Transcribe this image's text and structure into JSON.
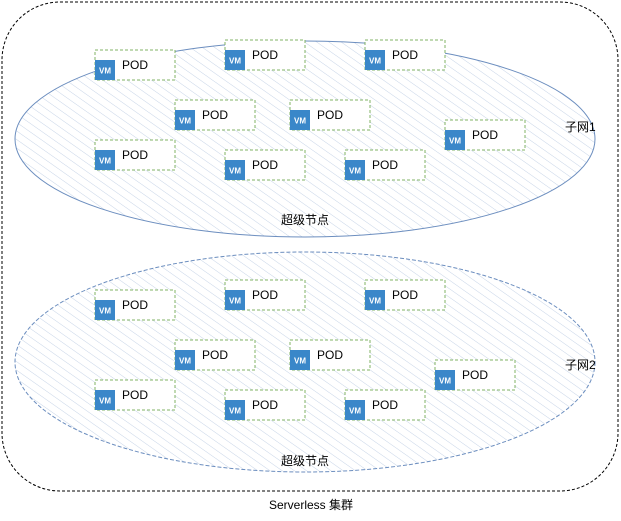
{
  "cluster": {
    "label": "Serverless 集群",
    "border_color": "#000000"
  },
  "colors": {
    "ellipse_stroke": "#6C8EBF",
    "hatch": "#6C8EBF",
    "pod_border": "#82B366",
    "vm_fill": "#3A87C9",
    "vm_text": "#FFFFFF"
  },
  "subnets": [
    {
      "id": "subnet-1",
      "subnet_label": "子网1",
      "supernode_label": "超级节点",
      "pods": [
        {
          "vm": "VM",
          "pod": "POD"
        },
        {
          "vm": "VM",
          "pod": "POD"
        },
        {
          "vm": "VM",
          "pod": "POD"
        },
        {
          "vm": "VM",
          "pod": "POD"
        },
        {
          "vm": "VM",
          "pod": "POD"
        },
        {
          "vm": "VM",
          "pod": "POD"
        },
        {
          "vm": "VM",
          "pod": "POD"
        },
        {
          "vm": "VM",
          "pod": "POD"
        },
        {
          "vm": "VM",
          "pod": "POD"
        }
      ]
    },
    {
      "id": "subnet-2",
      "subnet_label": "子网2",
      "supernode_label": "超级节点",
      "pods": [
        {
          "vm": "VM",
          "pod": "POD"
        },
        {
          "vm": "VM",
          "pod": "POD"
        },
        {
          "vm": "VM",
          "pod": "POD"
        },
        {
          "vm": "VM",
          "pod": "POD"
        },
        {
          "vm": "VM",
          "pod": "POD"
        },
        {
          "vm": "VM",
          "pod": "POD"
        },
        {
          "vm": "VM",
          "pod": "POD"
        },
        {
          "vm": "VM",
          "pod": "POD"
        },
        {
          "vm": "VM",
          "pod": "POD"
        }
      ]
    }
  ]
}
